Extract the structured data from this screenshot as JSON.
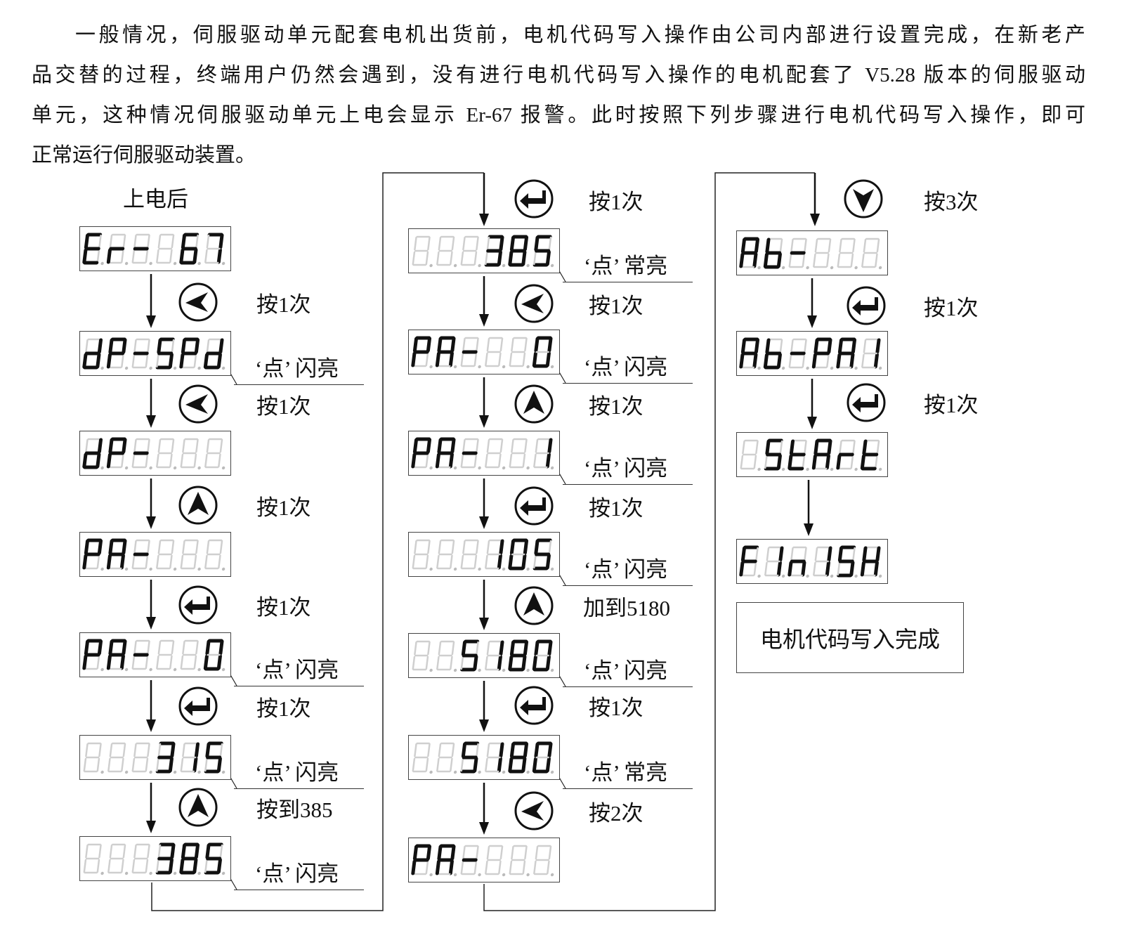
{
  "paragraph": {
    "lines": [
      "一般情况，伺服驱动单元配套电机出货前，电机代码写入操作由公司内部进行设置完成，在新老产",
      "品交替的过程，终端用户仍然会遇到，没有进行电机代码写入操作的电机配套了 V5.28 版本的伺服驱动",
      "单元，这种情况伺服驱动单元上电会显示 Er-67 报警。此时按照下列步骤进行电机代码写入操作，即可",
      "正常运行伺服驱动装置。"
    ]
  },
  "start_label": "上电后",
  "columns": [
    {
      "displays": [
        {
          "digits": [
            "E",
            "r",
            "-",
            "",
            "6",
            "7"
          ],
          "note": ""
        },
        {
          "digits": [
            "d",
            "P",
            "-",
            "S",
            "P",
            "d"
          ],
          "note": "‘点’ 闪亮"
        },
        {
          "digits": [
            "d",
            "P",
            "-",
            "",
            "",
            ""
          ],
          "note": ""
        },
        {
          "digits": [
            "P",
            "A",
            "-",
            "",
            "",
            ""
          ],
          "note": ""
        },
        {
          "digits": [
            "P",
            "A",
            "-",
            "",
            "",
            "0"
          ],
          "note": "‘点’ 闪亮"
        },
        {
          "digits": [
            "",
            "",
            "",
            "3",
            "1",
            "5"
          ],
          "note": "‘点’ 闪亮"
        },
        {
          "digits": [
            "",
            "",
            "",
            "3",
            "8",
            "5"
          ],
          "note": "‘点’ 闪亮"
        }
      ],
      "steps": [
        {
          "icon": "left-key",
          "label": "按1次"
        },
        {
          "icon": "left-key",
          "label": "按1次"
        },
        {
          "icon": "up-key",
          "label": "按1次"
        },
        {
          "icon": "enter-key",
          "label": "按1次"
        },
        {
          "icon": "enter-key",
          "label": "按1次"
        },
        {
          "icon": "up-key",
          "label": "按到385"
        }
      ]
    },
    {
      "entry_step": {
        "icon": "enter-key",
        "label": "按1次"
      },
      "displays": [
        {
          "digits": [
            "",
            "",
            "",
            "3",
            "8",
            "5"
          ],
          "note": "‘点’ 常亮"
        },
        {
          "digits": [
            "P",
            "A",
            "-",
            "",
            "",
            "0"
          ],
          "note": "‘点’ 闪亮"
        },
        {
          "digits": [
            "P",
            "A",
            "-",
            "",
            "",
            "1"
          ],
          "note": "‘点’ 闪亮"
        },
        {
          "digits": [
            "",
            "",
            "",
            "1",
            "0",
            "5"
          ],
          "note": "‘点’ 闪亮"
        },
        {
          "digits": [
            "",
            "",
            "5",
            "1",
            "8",
            "0"
          ],
          "note": "‘点’ 闪亮"
        },
        {
          "digits": [
            "",
            "",
            "5",
            "1",
            "8",
            "0"
          ],
          "note": "‘点’ 常亮"
        },
        {
          "digits": [
            "P",
            "A",
            "-",
            "",
            "",
            ""
          ],
          "note": ""
        }
      ],
      "steps": [
        {
          "icon": "left-key",
          "label": "按1次"
        },
        {
          "icon": "up-key",
          "label": "按1次"
        },
        {
          "icon": "enter-key",
          "label": "按1次"
        },
        {
          "icon": "up-key",
          "label": "加到5180"
        },
        {
          "icon": "enter-key",
          "label": "按1次"
        },
        {
          "icon": "left-key",
          "label": "按2次"
        }
      ]
    },
    {
      "entry_step": {
        "icon": "down-key",
        "label": "按3次"
      },
      "displays": [
        {
          "digits": [
            "A",
            "b",
            "-",
            "",
            "",
            ""
          ],
          "note": ""
        },
        {
          "digits": [
            "A",
            "b",
            "-",
            "P",
            "A",
            "1"
          ],
          "note": ""
        },
        {
          "digits": [
            "",
            "S",
            "t",
            "A",
            "r",
            "t"
          ],
          "note": ""
        },
        {
          "digits": [
            "F",
            "I",
            "n",
            "I",
            "S",
            "H"
          ],
          "note": ""
        }
      ],
      "steps": [
        {
          "icon": "enter-key",
          "label": "按1次"
        },
        {
          "icon": "enter-key",
          "label": "按1次"
        },
        {
          "icon": "",
          "label": ""
        }
      ]
    }
  ],
  "done_label": "电机代码写入完成"
}
